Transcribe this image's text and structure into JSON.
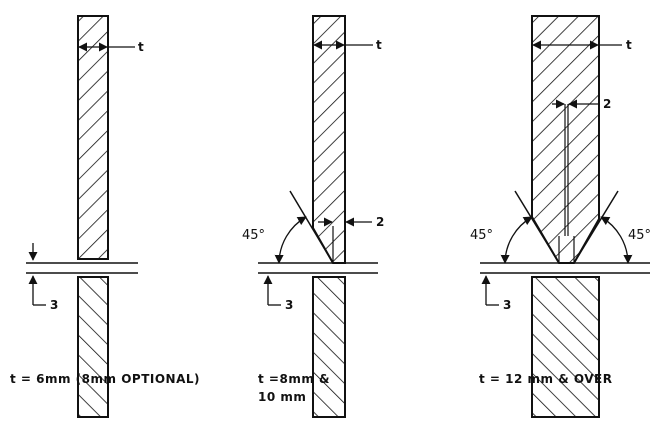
{
  "diagram": {
    "labels": {
      "t": "t",
      "gap": "3",
      "land": "2",
      "angle_left": "45°",
      "angle_right": "45°"
    },
    "captions": {
      "c1": "t = 6mm (8mm OPTIONAL)",
      "c2_line1": "t =8mm &",
      "c2_line2": "10 mm",
      "c3": "t = 12 mm & OVER"
    }
  }
}
